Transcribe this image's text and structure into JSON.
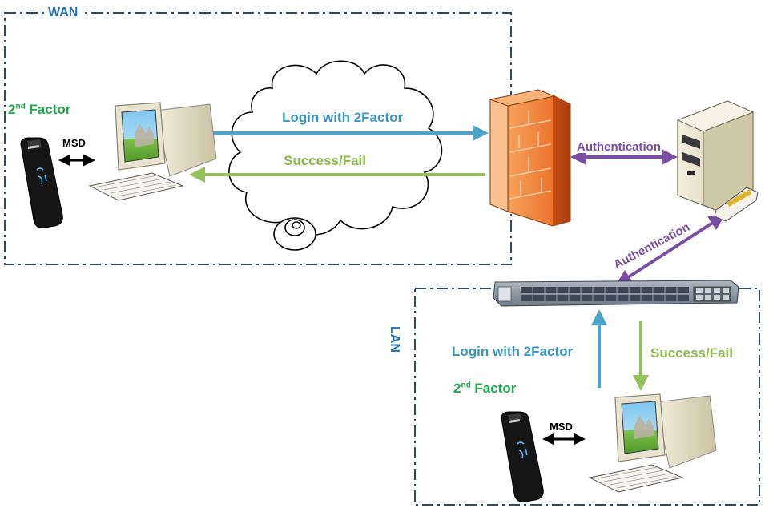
{
  "zones": {
    "wan_title": "WAN",
    "lan_title": "LAN"
  },
  "wan": {
    "factor_main": "2",
    "factor_sup": "nd",
    "factor_rest": " Factor",
    "msd_label": "MSD",
    "login_label": "Login with 2Factor",
    "result_label": "Success/Fail"
  },
  "core": {
    "auth_firewall_label": "Authentication",
    "auth_switch_label": "Authentication"
  },
  "lan": {
    "factor_main": "2",
    "factor_sup": "nd",
    "factor_rest": " Factor",
    "msd_label": "MSD",
    "login_label": "Login with 2Factor",
    "result_label": "Success/Fail"
  },
  "colors": {
    "zone_border": "#2c4a6b",
    "zone_title": "#1f6fb3",
    "login_arrow": "#4ea3c9",
    "result_arrow": "#93c05a",
    "auth_arrow": "#7a4ea3",
    "factor_text": "#1fa64a",
    "firewall": "#f07a2a"
  },
  "icons": {
    "usb_token": "usb-token-icon",
    "workstation": "workstation-icon",
    "cloud": "internet-cloud-icon",
    "firewall": "firewall-icon",
    "server": "auth-server-icon",
    "switch": "network-switch-icon"
  }
}
